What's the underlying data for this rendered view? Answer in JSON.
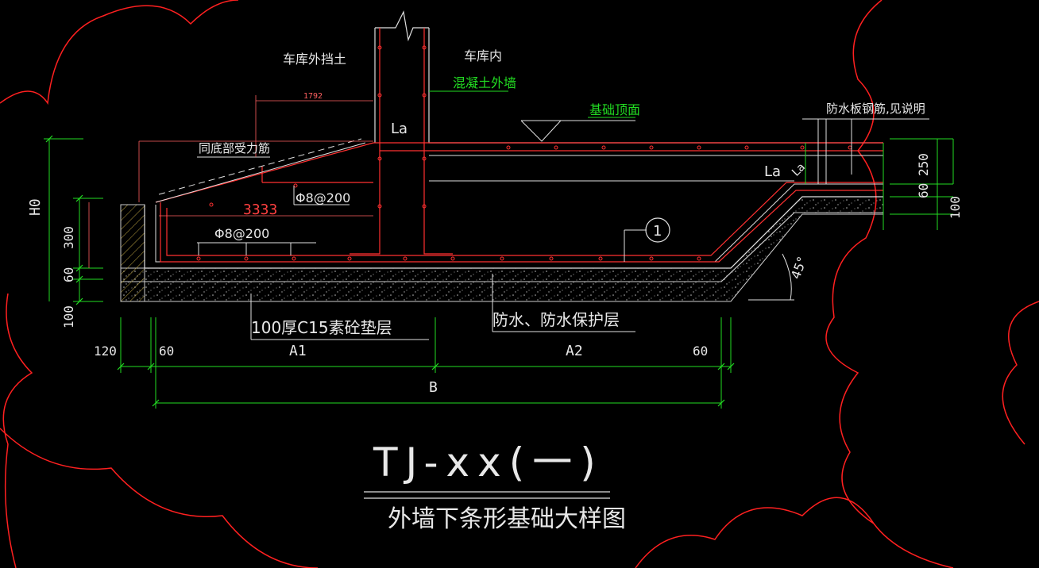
{
  "labels": {
    "garage_outside": "车库外挡土",
    "garage_inside": "车库内",
    "concrete_wall": "混凝土外墙",
    "foundation_top": "基础顶面",
    "waterproof_rebar": "防水板钢筋,见说明",
    "bottom_rebar": "同底部受力筋",
    "la_1": "La",
    "la_2": "La",
    "la_3": "La",
    "rebar_1": "Φ8@200",
    "dim_3333": "3333",
    "rebar_2": "Φ8@200",
    "dim_1792": "1792",
    "callout_1": "1",
    "angle": "45°",
    "lean_concrete": "100厚C15素砼垫层",
    "waterproof_layer": "防水、防水保护层"
  },
  "dims": {
    "d120": "120",
    "d60_left": "60",
    "a1": "A1",
    "a2": "A2",
    "d60_right": "60",
    "b": "B",
    "h0": "H0",
    "d300": "300",
    "d60_vert": "60",
    "d100_vert": "100",
    "d250": "250",
    "d60_right_vert": "60",
    "d100_right_vert": "100"
  },
  "title": {
    "code": "TJ-xx(一)",
    "name": "外墙下条形基础大样图"
  },
  "colors": {
    "background": "#000000",
    "rebar": "#ff3030",
    "dimension": "#22dd22",
    "outline": "#e0e0e0",
    "revision_cloud": "#ff2020"
  }
}
